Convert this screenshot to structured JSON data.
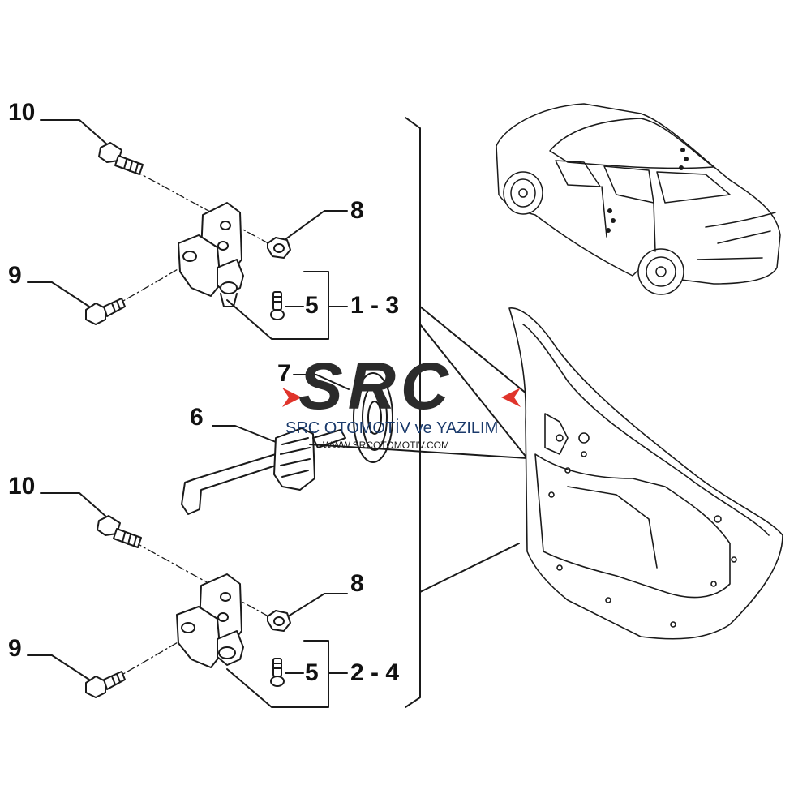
{
  "callouts": {
    "c10_top": "10",
    "c9_top": "9",
    "c8_top": "8",
    "c5_top": "5",
    "group_top": "1 - 3",
    "c7": "7",
    "c6": "6",
    "c10_bottom": "10",
    "c9_bottom": "9",
    "c8_bottom": "8",
    "c5_bottom": "5",
    "group_bottom": "2 - 4"
  },
  "watermark": {
    "logo_text": "SRC",
    "company": "SRC OTOMOTİV ve YAZILIM",
    "website": "WWW.SRCOTOMOTIV.COM"
  },
  "colors": {
    "line": "#1a1a1a",
    "logo_dark": "#2b2b2b",
    "logo_red": "#e0342b",
    "company_text": "#1a3a6b",
    "background": "#ffffff"
  }
}
